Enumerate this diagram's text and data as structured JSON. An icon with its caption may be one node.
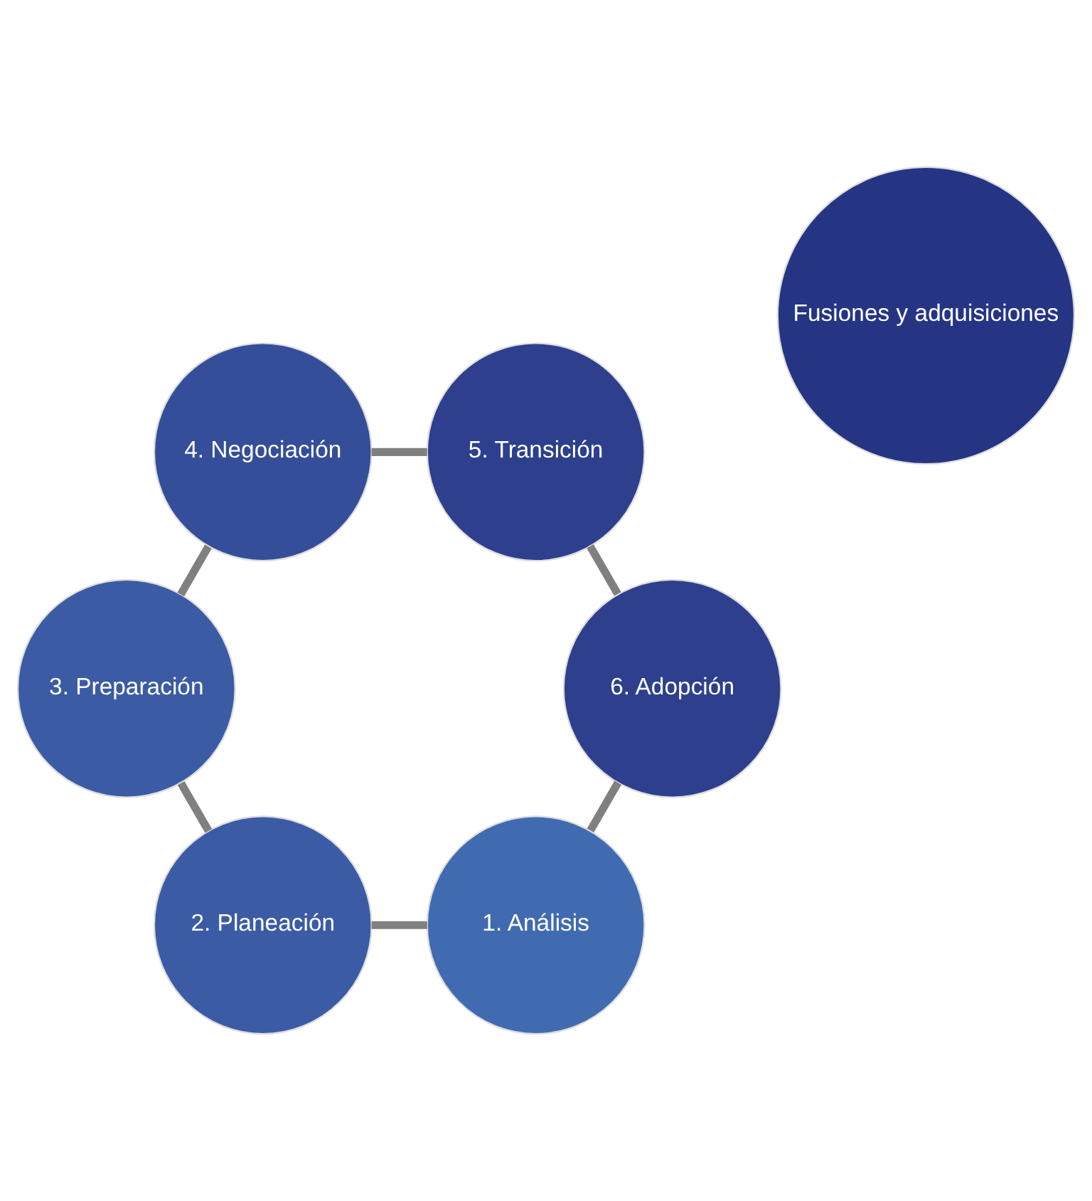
{
  "diagram": {
    "nodes": [
      {
        "text": [
          "Fusiones y adquisiciones"
        ]
      },
      {
        "text": [
          "1. Análisis"
        ]
      },
      {
        "text": [
          "2. Planeación"
        ]
      },
      {
        "text": [
          "3. Preparación"
        ]
      },
      {
        "text": [
          "4. Negociación"
        ]
      },
      {
        "text": [
          "5. Transición"
        ]
      },
      {
        "text": [
          "6. Adopción"
        ]
      }
    ],
    "edges": [
      {
        "from": 1,
        "to": 2,
        "arrow": "none"
      },
      {
        "from": 2,
        "to": 3,
        "arrow": "none"
      },
      {
        "from": 3,
        "to": 4,
        "arrow": "none"
      },
      {
        "from": 4,
        "to": 5,
        "arrow": "none"
      },
      {
        "from": 5,
        "to": 6,
        "arrow": "none"
      },
      {
        "from": 6,
        "to": 1,
        "arrow": "none"
      }
    ]
  }
}
